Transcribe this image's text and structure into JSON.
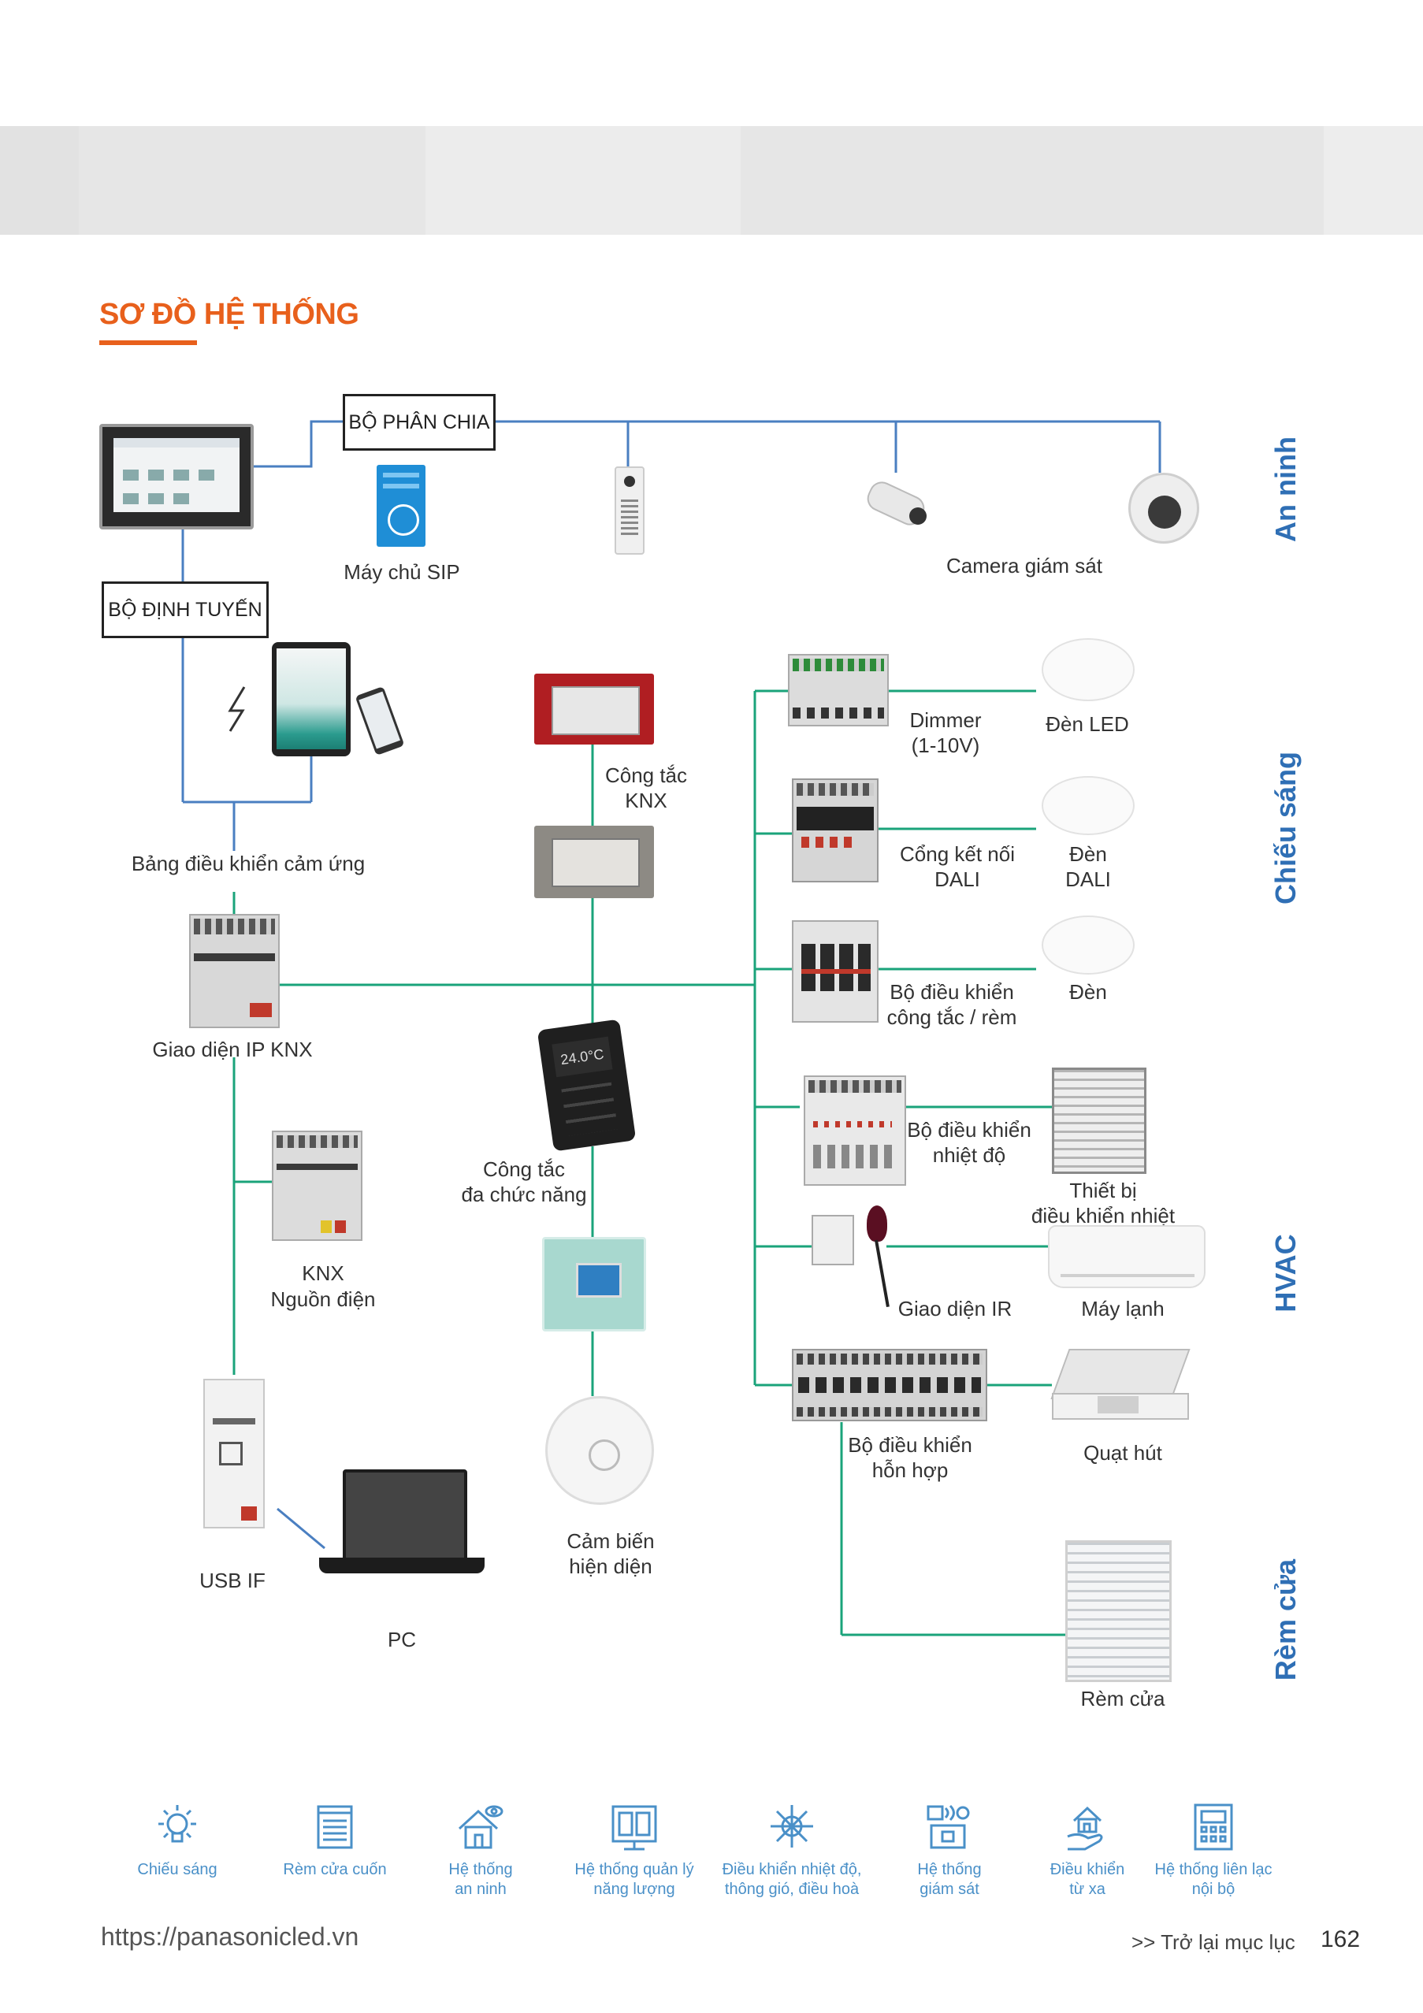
{
  "colors": {
    "accent": "#e8601c",
    "security_line": "#4a7fc1",
    "knx_line": "#1aa37a",
    "side_label": "#2f6fb5",
    "feature_icon": "#4a90c8"
  },
  "section_title": "SƠ ĐỒ HỆ THỐNG",
  "security": {
    "splitter_box": "BỘ PHÂN CHIA",
    "router_box": "BỘ ĐỊNH TUYẾN",
    "sip_server": "Máy chủ SIP",
    "camera": "Camera giám sát"
  },
  "left_column": {
    "touch_panel": "Bảng điều khiển cảm ứng",
    "knx_ip": "Giao diện IP KNX",
    "knx_power_line1": "KNX",
    "knx_power_line2": "Nguồn điện",
    "usb_if": "USB IF",
    "pc": "PC"
  },
  "middle_column": {
    "knx_switch_line1": "Công tắc",
    "knx_switch_line2": "KNX",
    "multi_switch_line1": "Công tắc",
    "multi_switch_line2": "đa chức năng",
    "presence_line1": "Cảm biến",
    "presence_line2": "hiện diện",
    "thermostat_display": "24.0°C"
  },
  "right_column": {
    "dimmer_line1": "Dimmer",
    "dimmer_line2": "(1-10V)",
    "led": "Đèn LED",
    "dali_gw_line1": "Cổng kết nối",
    "dali_gw_line2": "DALI",
    "dali_lamp_line1": "Đèn",
    "dali_lamp_line2": "DALI",
    "switch_ctrl_line1": "Bộ điều khiển",
    "switch_ctrl_line2": "công tắc / rèm",
    "lamp": "Đèn",
    "temp_ctrl_line1": "Bộ điều khiển",
    "temp_ctrl_line2": "nhiệt độ",
    "thermal_dev_line1": "Thiết bị",
    "thermal_dev_line2": "điều khiển nhiệt",
    "ir": "Giao diện IR",
    "ac": "Máy lạnh",
    "mixed_line1": "Bộ điều khiển",
    "mixed_line2": "hỗn hợp",
    "fan": "Quạt hút",
    "curtain": "Rèm cửa"
  },
  "side_labels": {
    "security": "An ninh",
    "lighting": "Chiếu sáng",
    "hvac": "HVAC",
    "curtain": "Rèm cửa"
  },
  "features": [
    {
      "icon": "light-bulb-icon",
      "line1": "Chiếu sáng",
      "line2": ""
    },
    {
      "icon": "roller-shutter-icon",
      "line1": "Rèm cửa cuốn",
      "line2": ""
    },
    {
      "icon": "house-eye-icon",
      "line1": "Hệ thống",
      "line2": "an ninh"
    },
    {
      "icon": "energy-meter-icon",
      "line1": "Hệ thống quản lý",
      "line2": "năng lượng"
    },
    {
      "icon": "climate-sun-snow-icon",
      "line1": "Điều khiển nhiệt độ,",
      "line2": "thông gió, điều hoà"
    },
    {
      "icon": "camera-monitor-icon",
      "line1": "Hệ thống",
      "line2": "giám sát"
    },
    {
      "icon": "remote-hand-house-icon",
      "line1": "Điều khiển",
      "line2": "từ xa"
    },
    {
      "icon": "intercom-icon",
      "line1": "Hệ thống liên lạc",
      "line2": "nội bộ"
    }
  ],
  "footer": {
    "url": "https://panasonicled.vn",
    "nav": ">> Trở lại mục lục",
    "page": "162"
  }
}
